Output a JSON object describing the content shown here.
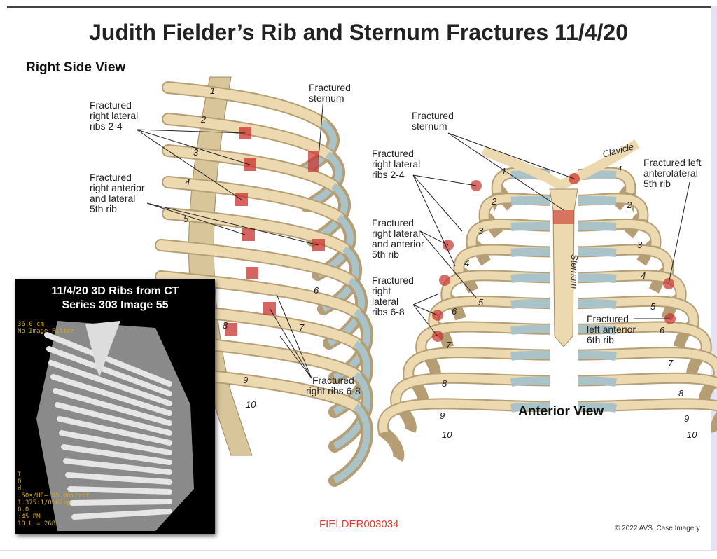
{
  "title": "Judith Fielder’s Rib and Sternum Fractures 11/4/20",
  "right_side_view": {
    "heading": "Right Side View",
    "labels": {
      "ribs_2_4": "Fractured\nright lateral\nribs 2-4",
      "rib_5": "Fractured\nright anterior\nand lateral\n5th rib",
      "sternum": "Fractured\nsternum",
      "ribs_6_8": "Fractured\nright ribs 6-8"
    },
    "rib_numbers": [
      "1",
      "2",
      "3",
      "4",
      "5",
      "6",
      "7",
      "8",
      "9",
      "10"
    ]
  },
  "anterior_view": {
    "heading": "Anterior View",
    "labels": {
      "sternum": "Fractured\nsternum",
      "ribs_2_4": "Fractured\nright lateral\nribs 2-4",
      "rib_5": "Fractured\nright lateral\nand anterior\n5th rib",
      "ribs_6_8": "Fractured\nright\nlateral\nribs 6-8",
      "left_5th": "Fractured left\nanterolateral\n5th rib",
      "left_6th": "Fractured\nleft anterior\n6th rib",
      "clavicle": "Clavicle",
      "sternum_bone": "Sternum"
    },
    "rib_numbers_right": [
      "1",
      "2",
      "3",
      "4",
      "5",
      "6",
      "7",
      "8",
      "9",
      "10"
    ],
    "rib_numbers_left": [
      "1",
      "2",
      "3",
      "4",
      "5",
      "6",
      "7",
      "8",
      "9",
      "10"
    ]
  },
  "ct_inset": {
    "title": "11/4/20 3D Ribs from CT\nSeries 303 Image 55",
    "top_text": "36.0 cm\nNo Image Filter",
    "bottom_text": "I\nO\nd.\n.50s/HE+ 55.0mm/rot\n 1.375:1/0.62sp\n 0.0\n:45 PM\n10 L = 268"
  },
  "footer": {
    "bates": "FIELDER003034",
    "copyright": "© 2022 AVS.  Case Imagery"
  },
  "colors": {
    "bone": "#ecd9b0",
    "cartilage": "#a9c3c8",
    "fracture": "#c8302c",
    "bates": "#e03a2e"
  }
}
